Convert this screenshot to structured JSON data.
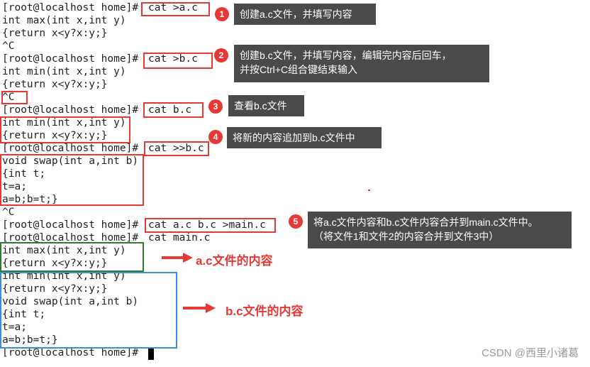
{
  "terminal": {
    "prompt": "[root@localhost home]#",
    "lines": [
      "int max(int x,int y)",
      "{return x<y?x:y;}",
      "^C",
      "int min(int x,int y)",
      "{return x<y?x:y;}",
      "^C",
      "int min(int x,int y)",
      "{return x<y?x:y;}",
      "void swap(int a,int b)",
      "{int t;",
      "t=a;",
      "a=b;b=t;}",
      "^C",
      "int max(int x,int y)",
      "{return x<y?x:y;}",
      "int min(int x,int y)",
      "{return x<y?x:y;}",
      "void swap(int a,int b)",
      "{int t;",
      "t=a;",
      "a=b;b=t;}"
    ],
    "commands": [
      "cat >a.c",
      "cat >b.c",
      "cat b.c",
      "cat >>b.c",
      "cat a.c b.c >main.c",
      "cat main.c"
    ]
  },
  "annotations": {
    "badges": [
      "1",
      "2",
      "3",
      "4",
      "5"
    ],
    "callouts": [
      "创建a.c文件，并填写内容",
      "创建b.c文件，并填写内容，编辑完内容后回车，",
      "并按Ctrl+C组合键结束输入",
      "查看b.c文件",
      "将新的内容追加到b.c文件中",
      "将a.c文件内容和b.c文件内容合并到main.c文件中。",
      "（将文件1和文件2的内容合并到文件3中）"
    ],
    "labels": [
      "a.c文件的内容",
      "b.c文件的内容"
    ]
  },
  "colors": {
    "annotation_red": "#e53935",
    "box_green": "#2e7d32",
    "box_blue": "#3a8fd6",
    "callout_bg": "#4a4a4a"
  },
  "watermark": "CSDN @西里小诸葛"
}
